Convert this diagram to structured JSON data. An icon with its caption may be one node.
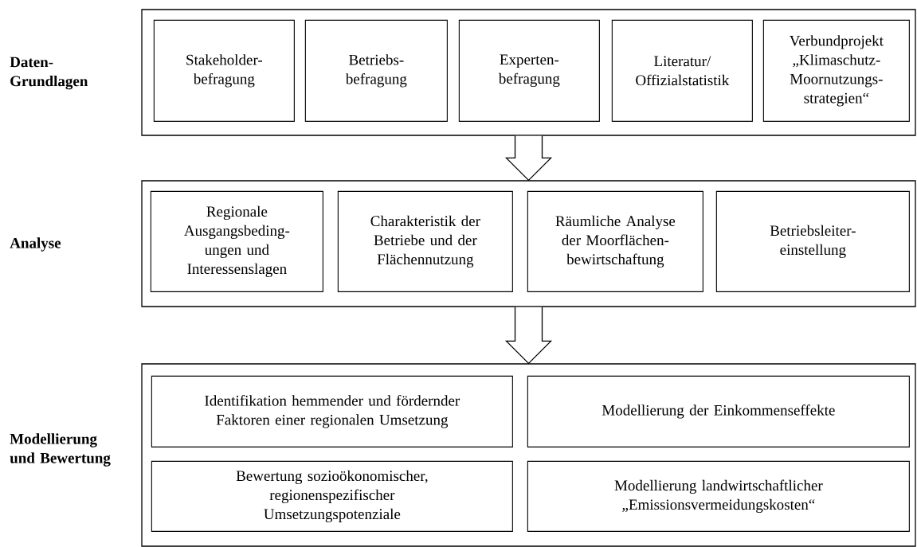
{
  "diagram": {
    "nodes": [
      {
        "text": [],
        "shape": "box"
      },
      {
        "text": [
          "Stakeholder- befragung"
        ],
        "in": 0
      },
      {
        "text": [
          "Betriebs- befragung"
        ],
        "in": 0
      },
      {
        "text": [
          "Experten- befragung"
        ],
        "in": 0
      },
      {
        "text": [
          "Literatur/ Offizialstatistik"
        ],
        "in": 0
      },
      {
        "text": [
          "Verbundprojekt „Klimaschutz- Moornutzungs- strategien“"
        ],
        "in": 0
      },
      {
        "text": [],
        "shape": "box"
      },
      {
        "text": [
          "Regionale Ausgangsbeding- ungen und Interessenslagen"
        ],
        "in": 6
      },
      {
        "text": [
          "Charakteristik der Betriebe und der Flächennutzung"
        ],
        "in": 6
      },
      {
        "text": [
          "Räumliche Analyse der Moorflächen- bewirtschaftung"
        ],
        "in": 6
      },
      {
        "text": [
          "Betriebsleiter- einstellung"
        ],
        "in": 6
      },
      {
        "text": [],
        "shape": "box"
      },
      {
        "text": [
          "Identifikation hemmender und fördernder Faktoren einer regionalen Umsetzung"
        ],
        "in": 11
      },
      {
        "text": [
          "Modellierung der Einkommenseffekte"
        ],
        "in": 11
      },
      {
        "text": [
          "Bewertung sozioökonomischer, regionenspezifischer Umsetzungspotenziale"
        ],
        "in": 11
      },
      {
        "text": [
          "Modellierung landwirtschaftlicher „Emissionsvermeidungskosten“"
        ],
        "in": 11
      }
    ],
    "edges": [
      {
        "from": 0,
        "to": 6,
        "arrow": "to"
      },
      {
        "from": 6,
        "to": 11,
        "arrow": "to"
      }
    ],
    "labels": [
      "Daten- Grundlagen",
      "Analyse",
      "Modellierung und Bewertung"
    ]
  }
}
